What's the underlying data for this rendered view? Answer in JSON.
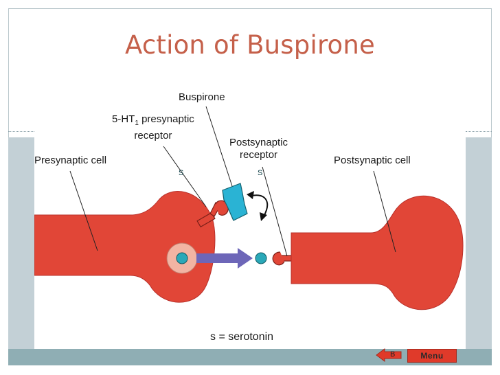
{
  "slide": {
    "title": "Action of Buspirone"
  },
  "diagram": {
    "labels": {
      "buspirone": "Buspirone",
      "presynaptic_receptor_line1": "5-HT",
      "presynaptic_receptor_sub": "1",
      "presynaptic_receptor_rest": " presynaptic",
      "presynaptic_receptor_line2": "receptor",
      "postsynaptic_receptor_line1": "Postsynaptic",
      "postsynaptic_receptor_line2": "receptor",
      "presynaptic_cell": "Presynaptic cell",
      "postsynaptic_cell": "Postsynaptic cell",
      "serotonin_key": "s = serotonin",
      "serotonin_symbol": "S"
    },
    "colors": {
      "cell": "#e14637",
      "cell_edge": "#b8302a",
      "vesicle": "#f2b4a3",
      "serotonin": "#2aa8b8",
      "buspirone": "#2ab3d4",
      "arrow": "#6d66b8"
    }
  },
  "nav": {
    "back_label": "B",
    "menu_label": "Menu"
  }
}
